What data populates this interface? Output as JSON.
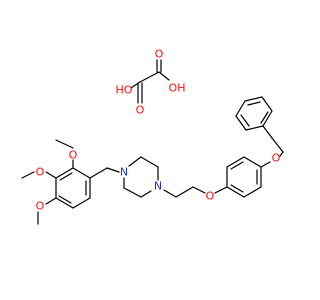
{
  "molecule": {
    "atom_labels": {
      "oxalic_o_left": "HO",
      "oxalic_o_carbonyl_1": "O",
      "oxalic_o_carbonyl_2": "O",
      "oxalic_o_right": "OH",
      "methoxy_o_1": "O",
      "methoxy_o_2": "O",
      "methoxy_o_3": "O",
      "piperazine_n_1": "N",
      "piperazine_n_2": "N",
      "ether_o_1": "O",
      "ether_o_2": "O"
    },
    "colors": {
      "bond": "#000000",
      "oxygen": "#ff0d0d",
      "nitrogen": "#1b34d6",
      "background": "#ffffff"
    }
  }
}
